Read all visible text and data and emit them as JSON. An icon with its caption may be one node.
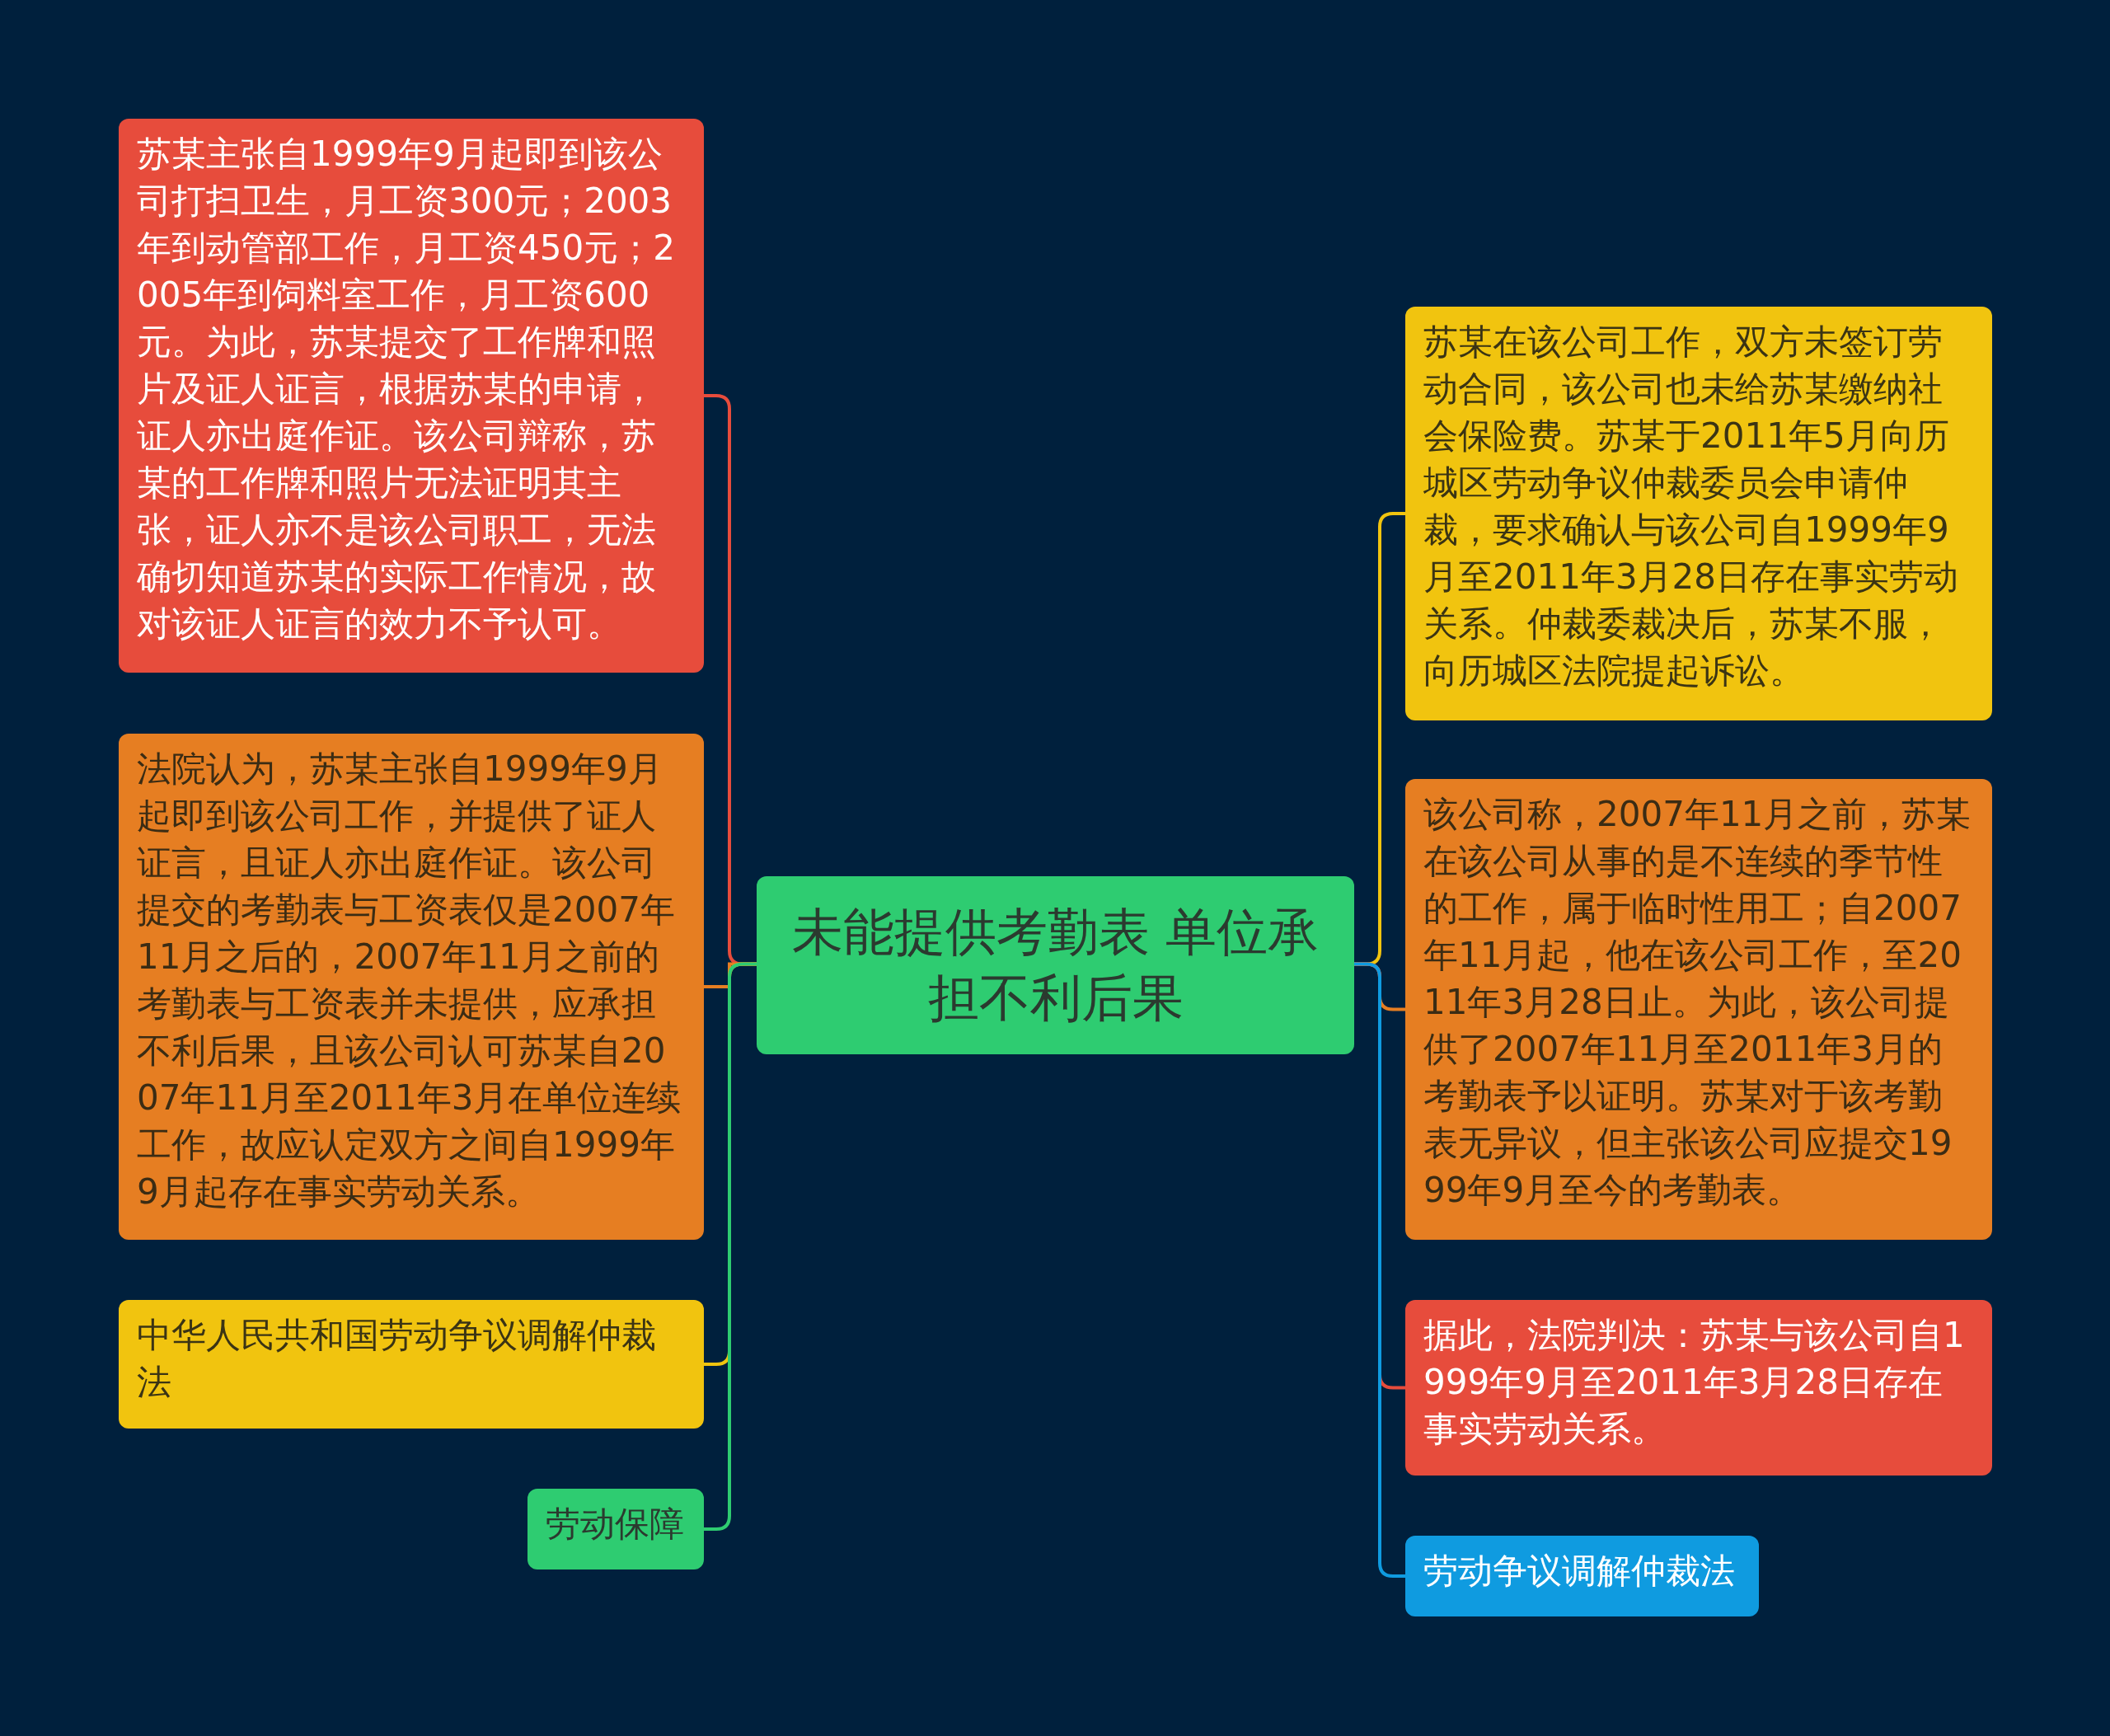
{
  "diagram": {
    "nodes": [
      {
        "text": [
          "未能提供考勤表 单位承担不利后果"
        ]
      },
      {
        "text": [
          "苏某主张自1999年9月起即到该公司打扫卫生，月工资300元；2003年到动管部工作，月工资450元；2005年到饲料室工作，月工资600元。为此，苏某提交了工作牌和照片及证人证言，根据苏某的申请，证人亦出庭作证。该公司辩称，苏某的工作牌和照片无法证明其主张，证人亦不是该公司职工，无法确切知道苏某的实际工作情况，故对该证人证言的效力不予认可。"
        ]
      },
      {
        "text": [
          "法院认为，苏某主张自1999年9月起即到该公司工作，并提供了证人证言，且证人亦出庭作证。该公司提交的考勤表与工资表仅是2007年11月之后的，2007年11月之前的考勤表与工资表并未提供，应承担不利后果，且该公司认可苏某自2007年11月至2011年3月在单位连续工作，故应认定双方之间自1999年9月起存在事实劳动关系。"
        ]
      },
      {
        "text": [
          "中华人民共和国劳动争议调解仲裁法"
        ]
      },
      {
        "text": [
          "劳动保障"
        ]
      },
      {
        "text": [
          "苏某在该公司工作，双方未签订劳动合同，该公司也未给苏某缴纳社会保险费。苏某于2011年5月向历城区劳动争议仲裁委员会申请仲裁，要求确认与该公司自1999年9月至2011年3月28日存在事实劳动关系。仲裁委裁决后，苏某不服，向历城区法院提起诉讼。"
        ]
      },
      {
        "text": [
          "该公司称，2007年11月之前，苏某在该公司从事的是不连续的季节性的工作，属于临时性用工；自2007年11月起，他在该公司工作，至2011年3月28日止。为此，该公司提供了2007年11月至2011年3月的考勤表予以证明。苏某对于该考勤表无异议，但主张该公司应提交1999年9月至今的考勤表。"
        ]
      },
      {
        "text": [
          "据此，法院判决：苏某与该公司自1999年9月至2011年3月28日存在事实劳动关系。"
        ]
      },
      {
        "text": [
          "劳动争议调解仲裁法"
        ]
      }
    ],
    "edges": [
      {
        "from": 0,
        "to": 1,
        "arrow": "none",
        "color": "#e74c3c"
      },
      {
        "from": 0,
        "to": 2,
        "arrow": "none",
        "color": "#e67e22"
      },
      {
        "from": 0,
        "to": 3,
        "arrow": "none",
        "color": "#f1c40f"
      },
      {
        "from": 0,
        "to": 4,
        "arrow": "none",
        "color": "#2ecc71"
      },
      {
        "from": 0,
        "to": 5,
        "arrow": "none",
        "color": "#f1c40f"
      },
      {
        "from": 0,
        "to": 6,
        "arrow": "none",
        "color": "#e67e22"
      },
      {
        "from": 0,
        "to": 7,
        "arrow": "none",
        "color": "#e74c3c"
      },
      {
        "from": 0,
        "to": 8,
        "arrow": "none",
        "color": "#0f9be0"
      }
    ]
  }
}
